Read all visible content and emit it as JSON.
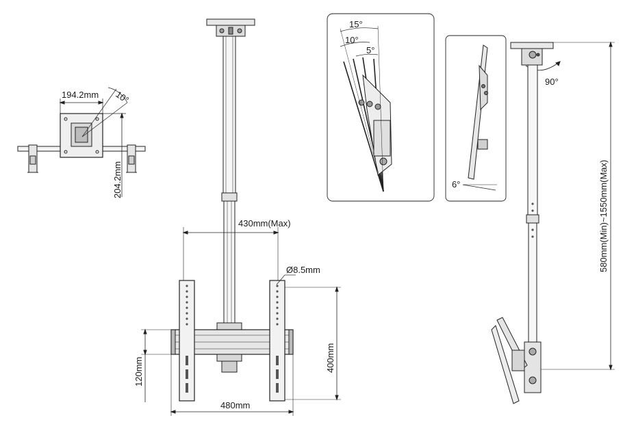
{
  "diagram": {
    "labels": {
      "plate_width": "194.2mm",
      "plate_height": "204.2mm",
      "plate_angle": "10°",
      "frame_width_max": "430mm(Max)",
      "hole_diameter": "Ø8.5mm",
      "rail_height": "120mm",
      "frame_height": "400mm",
      "frame_width": "480mm",
      "tilt_15": "15°",
      "tilt_10": "10°",
      "tilt_5": "5°",
      "tilt_6": "6°",
      "rotation": "90°",
      "pole_length": "580mm(Min)~1550mm(Max)"
    }
  }
}
